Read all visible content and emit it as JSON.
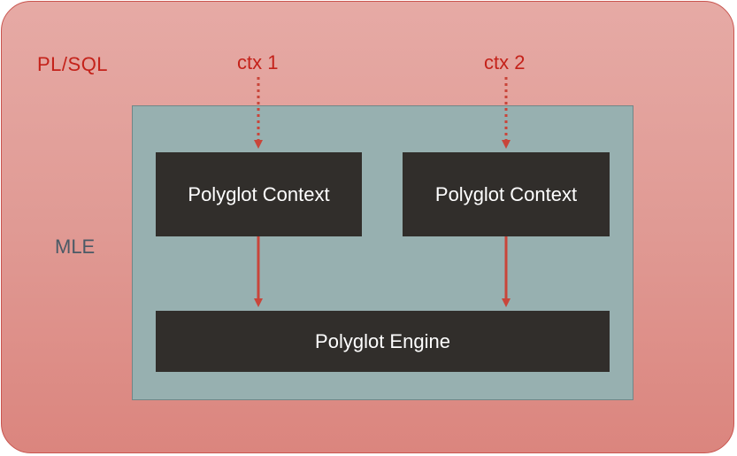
{
  "diagram": {
    "outer_label": "PL/SQL",
    "mle_label": "MLE",
    "contexts": [
      {
        "input_label": "ctx 1",
        "box_label": "Polyglot Context"
      },
      {
        "input_label": "ctx 2",
        "box_label": "Polyglot Context"
      }
    ],
    "engine_label": "Polyglot Engine"
  },
  "colors": {
    "outer_fill": "#e09a94",
    "outer_border": "#c9554f",
    "mle_fill": "#97b0b0",
    "box_fill": "#312e2b",
    "accent_red": "#c4221a",
    "arrow": "#c9453a",
    "mle_text": "#4a5a66"
  }
}
